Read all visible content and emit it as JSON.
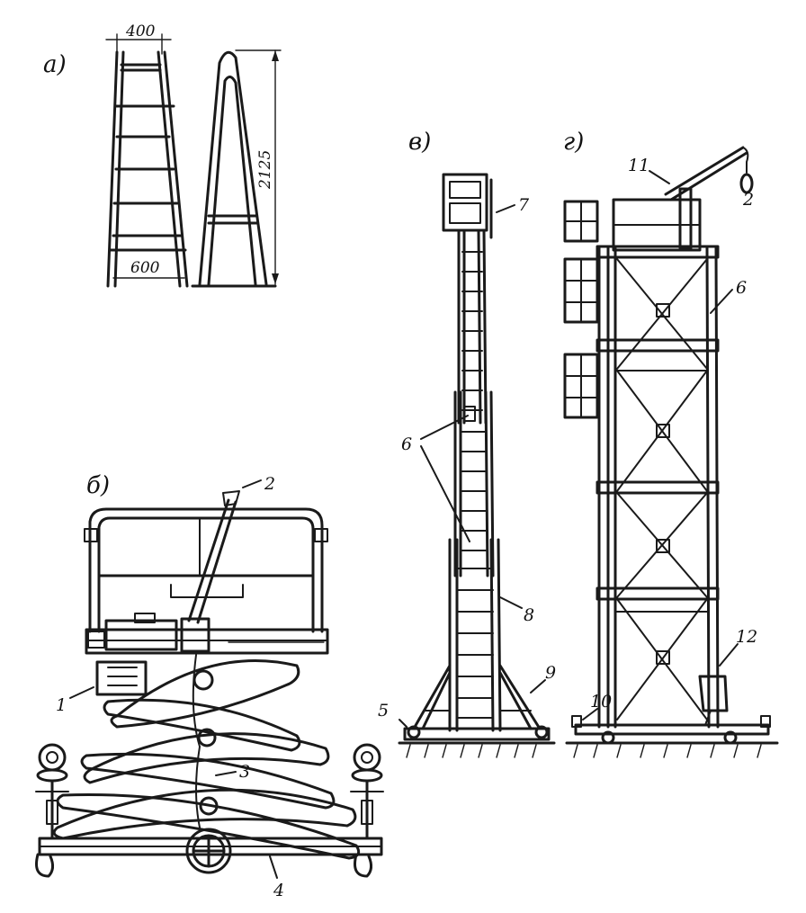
{
  "panels": {
    "a": "а)",
    "b": "б)",
    "v": "в)",
    "g": "г)"
  },
  "dimensions": {
    "top_width": "400",
    "bottom_width": "600",
    "height": "2125"
  },
  "callouts": {
    "c1": "1",
    "c2": "2",
    "c3": "3",
    "c4": "4",
    "c5": "5",
    "c6": "6",
    "c7": "7",
    "c8": "8",
    "c9": "9",
    "c10": "10",
    "c11": "11",
    "c12": "12",
    "c6g": "6",
    "c2g": "2"
  },
  "colors": {
    "ink": "#1a1a1a",
    "paper": "#ffffff"
  }
}
